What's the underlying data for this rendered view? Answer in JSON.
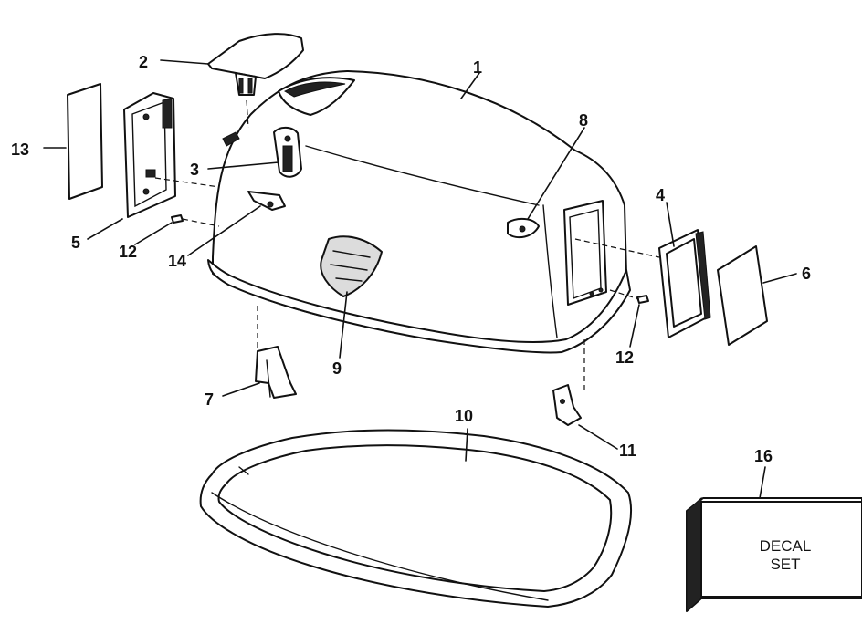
{
  "callouts": {
    "c1": "1",
    "c2": "2",
    "c3": "3",
    "c4": "4",
    "c5": "5",
    "c6": "6",
    "c7": "7",
    "c8": "8",
    "c9": "9",
    "c10": "10",
    "c11": "11",
    "c12a": "12",
    "c12b": "12",
    "c13": "13",
    "c14": "14",
    "c16": "16"
  },
  "decal": {
    "line1": "DECAL",
    "line2": "SET"
  },
  "colors": {
    "ink": "#111111",
    "paper": "#ffffff"
  }
}
